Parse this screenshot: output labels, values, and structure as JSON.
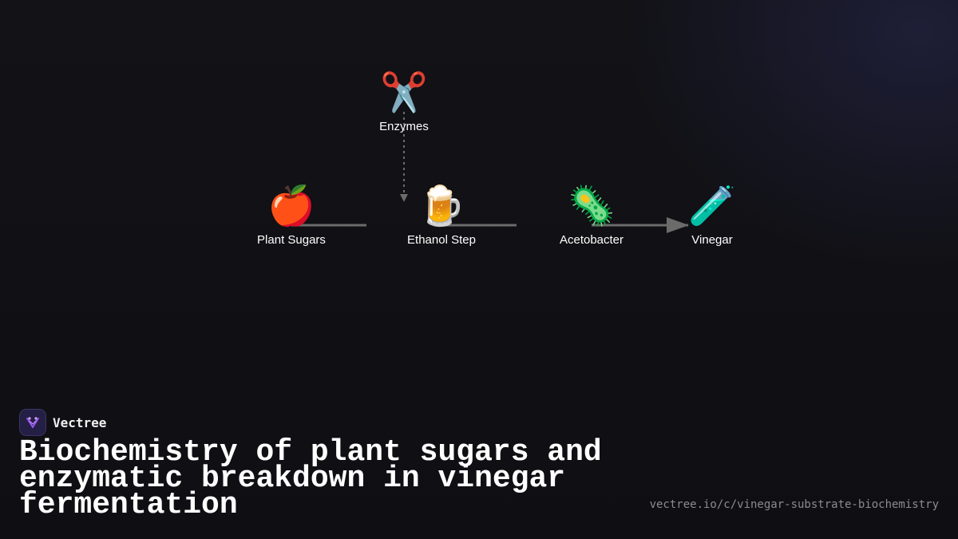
{
  "diagram": {
    "nodes": [
      {
        "id": "enzymes",
        "label": "Enzymes",
        "icon": "scissors-icon",
        "glyph": "✂️"
      },
      {
        "id": "plant_sugars",
        "label": "Plant Sugars",
        "icon": "apple-icon",
        "glyph": "🍎"
      },
      {
        "id": "ethanol_step",
        "label": "Ethanol Step",
        "icon": "beer-mug-icon",
        "glyph": "🍺"
      },
      {
        "id": "acetobacter",
        "label": "Acetobacter",
        "icon": "microbe-icon",
        "glyph": "🦠"
      },
      {
        "id": "vinegar",
        "label": "Vinegar",
        "icon": "test-tube-icon",
        "glyph": "🧪"
      }
    ],
    "edges": [
      {
        "from": "enzymes",
        "to": "ethanol_step",
        "style": "dotted"
      },
      {
        "from": "plant_sugars",
        "to": "ethanol_step",
        "style": "solid"
      },
      {
        "from": "ethanol_step",
        "to": "acetobacter",
        "style": "solid"
      },
      {
        "from": "acetobacter",
        "to": "vinegar",
        "style": "solid"
      }
    ],
    "colors": {
      "edge": "#6b6b6b",
      "text": "#ffffff",
      "background": "#111116"
    }
  },
  "brand": {
    "name": "Vectree",
    "accent": "#a259ff"
  },
  "title": "Biochemistry of plant sugars and enzymatic breakdown in vinegar fermentation",
  "url": "vectree.io/c/vinegar-substrate-biochemistry"
}
